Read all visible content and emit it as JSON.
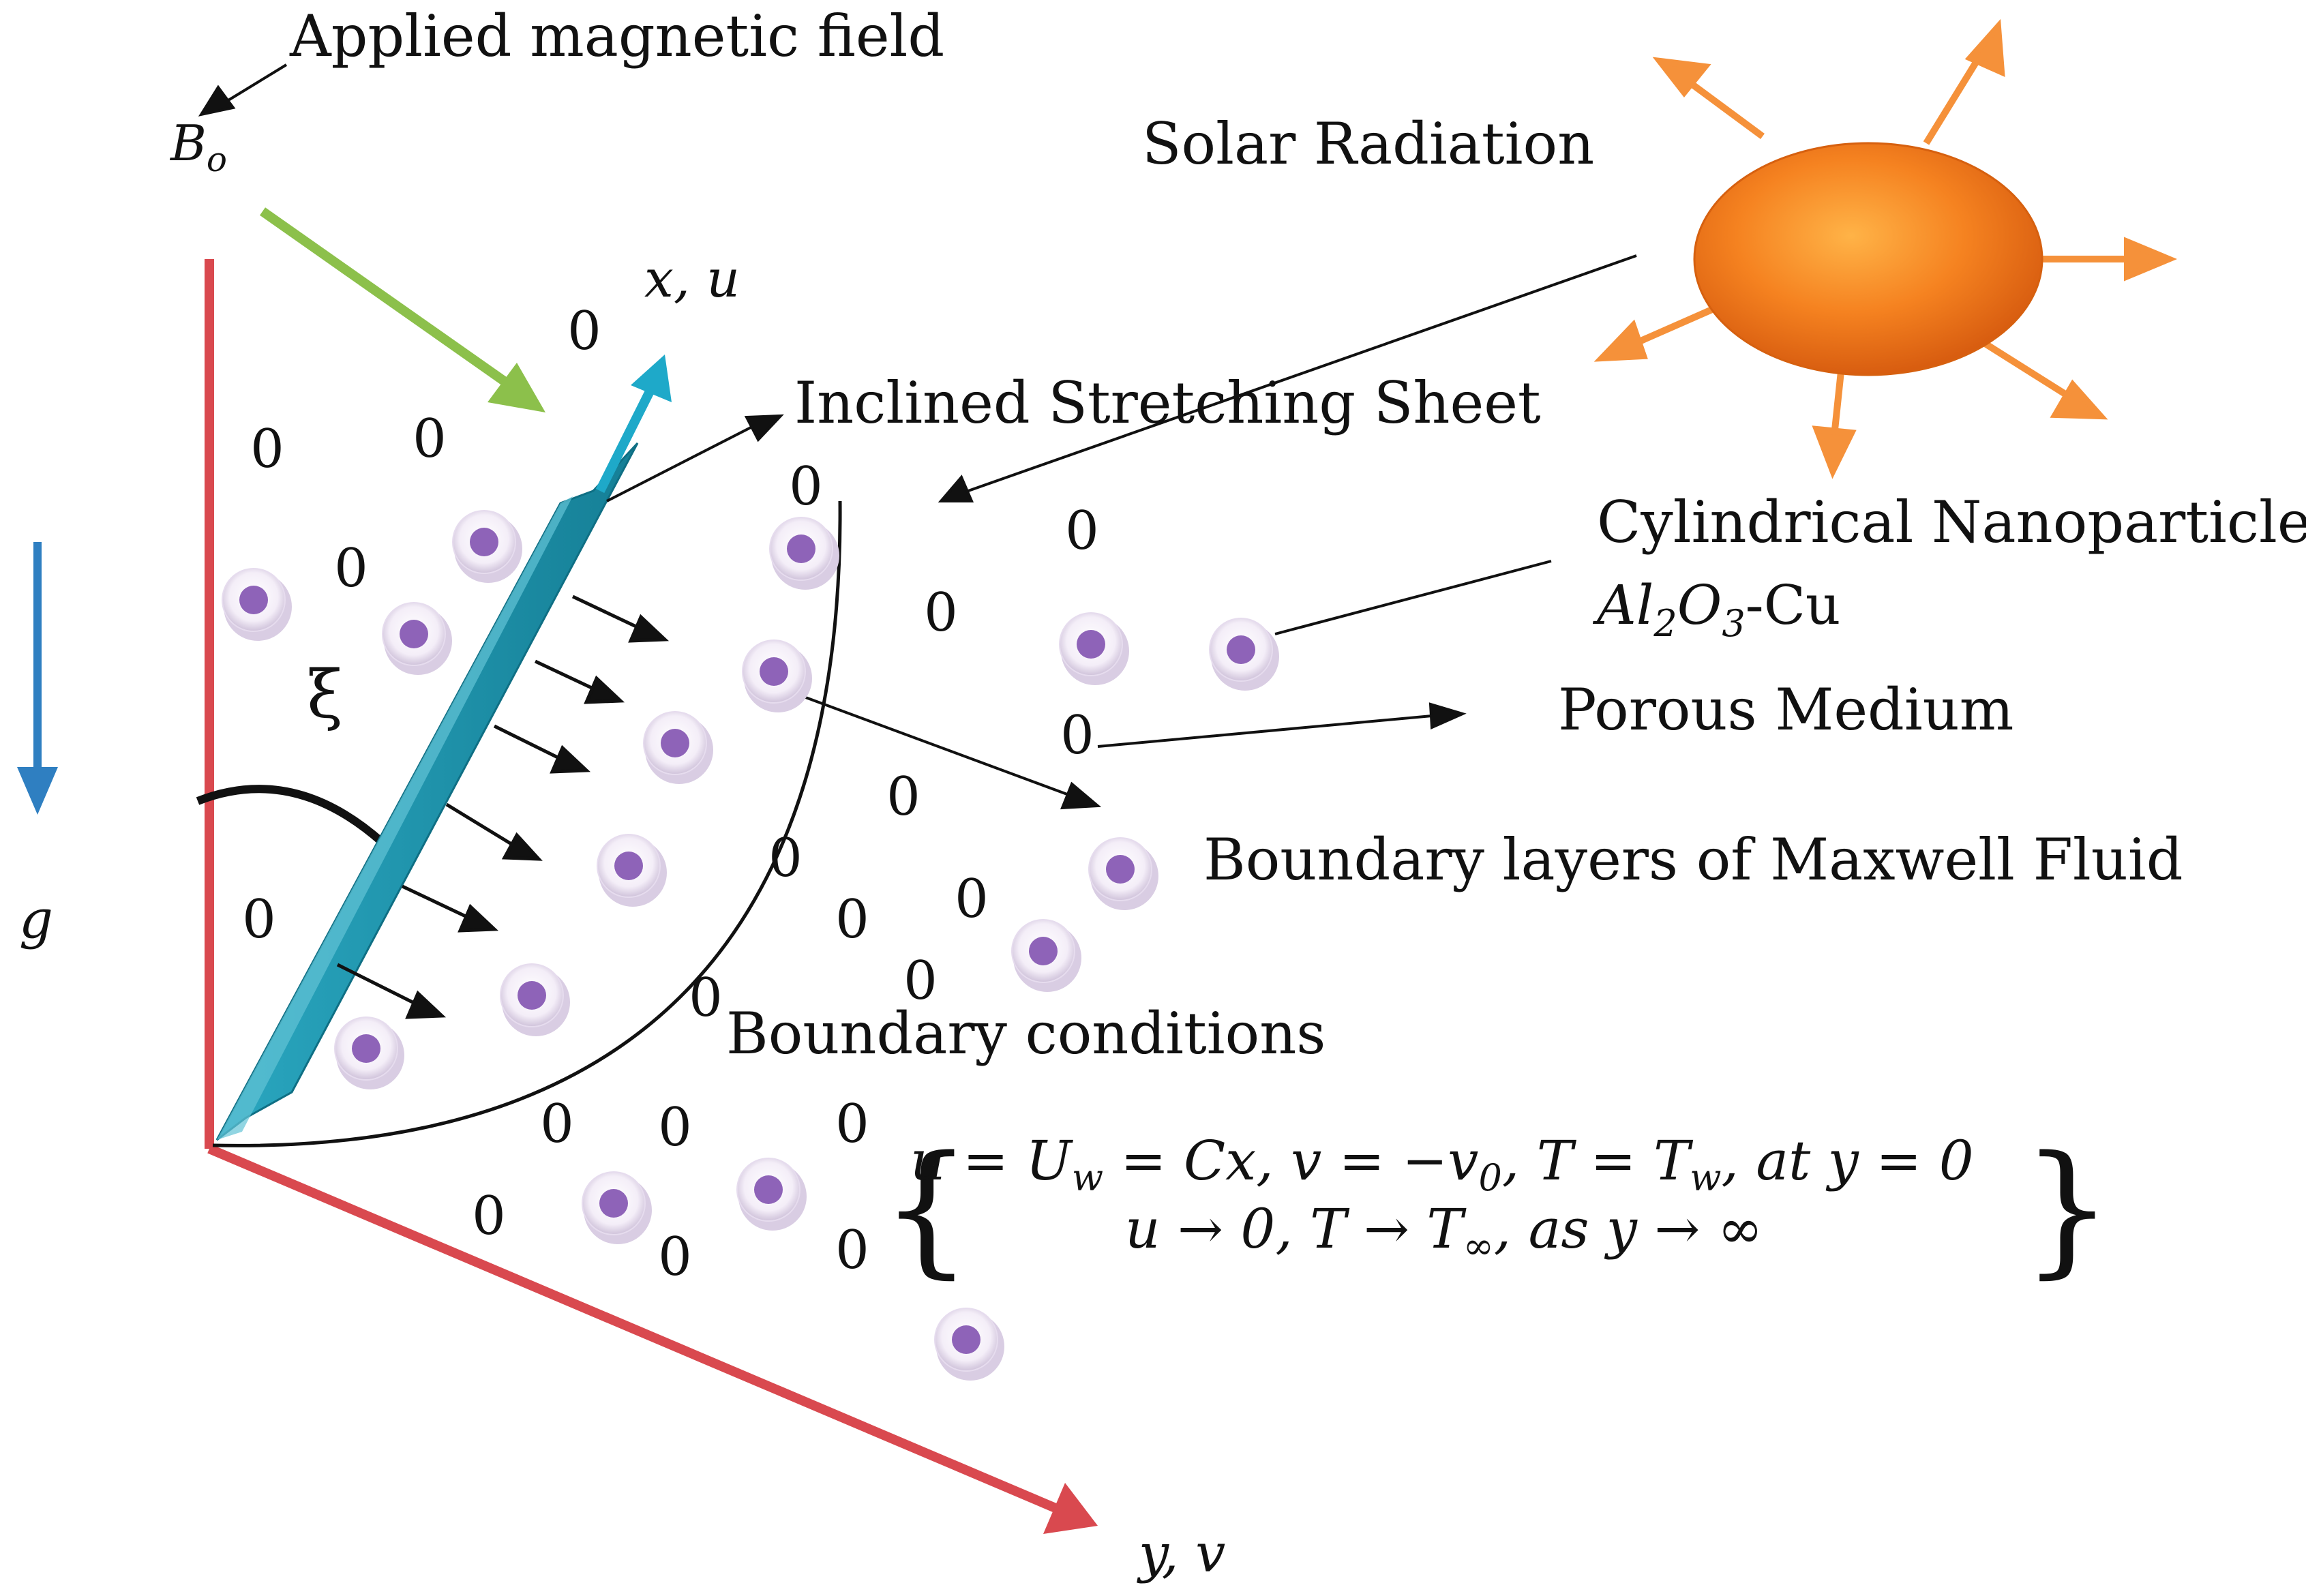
{
  "labels": {
    "magnetic_field": "Applied magnetic field",
    "b0_symbol": "B",
    "b0_subscript": "o",
    "solar": "Solar Radiation",
    "x_axis": "x, u",
    "sheet": "Inclined Stretching Sheet",
    "nanoparticles": "Cylindrical Nanoparticles",
    "np_al": "Al",
    "np_2": "2",
    "np_o": "O",
    "np_3": "3",
    "np_cu": "-Cu",
    "porous": "Porous Medium",
    "angle": "ξ",
    "maxwell": "Boundary layers of Maxwell Fluid",
    "gravity": "g",
    "bc_title": "Boundary conditions",
    "bc_line1": "u = U",
    "bc_line1_sub": "w",
    "bc_line1_b": " = Cx, v = −v",
    "bc_line1_sub2": "0",
    "bc_line1_c": ", T = T",
    "bc_line1_sub3": "w",
    "bc_line1_d": ", at y = 0",
    "bc_line2": "u → 0, T → T",
    "bc_line2_sub": "∞",
    "bc_line2_b": ", as y → ∞",
    "y_axis": "y, v"
  },
  "colors": {
    "axis_red": "#d9494f",
    "sheet_teal": "#1a96b0",
    "magnetic_green": "#8cc04b",
    "gravity_blue": "#2f7fc1",
    "sun_orange": "#f07a1c",
    "particle_purple": "#8e63b8"
  }
}
